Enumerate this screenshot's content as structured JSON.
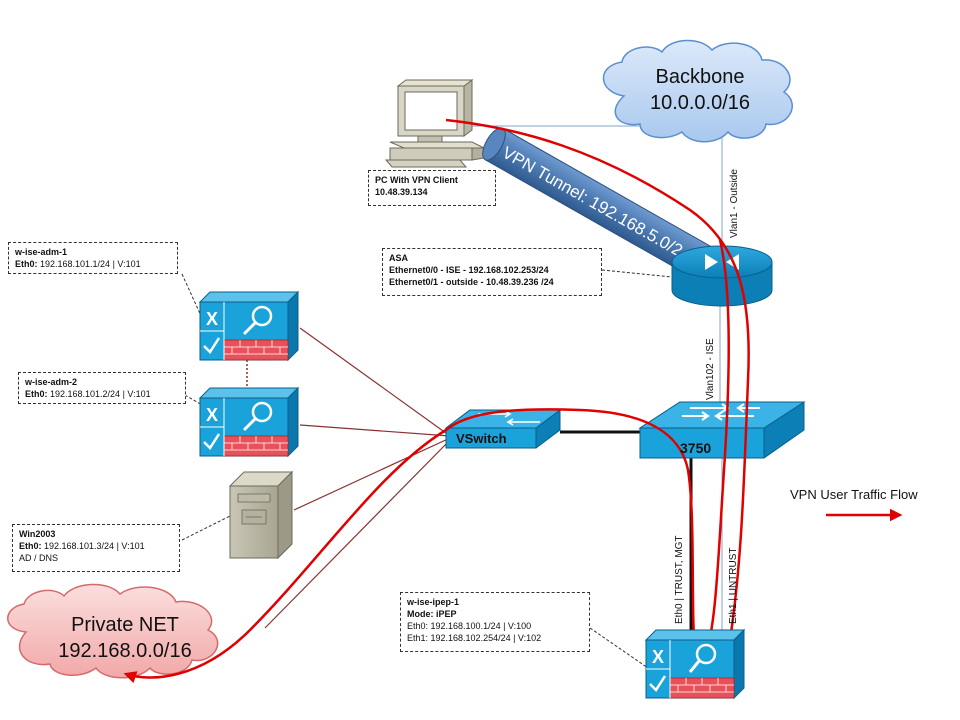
{
  "clouds": {
    "backbone": {
      "title": "Backbone",
      "subnet": "10.0.0.0/16"
    },
    "private": {
      "title": "Private NET",
      "subnet": "192.168.0.0/16"
    }
  },
  "pc": {
    "title": "PC With VPN Client",
    "ip": "10.48.39.134"
  },
  "tunnel": {
    "label": "VPN Tunnel: 192.168.5.0/24"
  },
  "asa": {
    "title": "ASA",
    "line1": "Ethernet0/0 - ISE  - 192.168.102.253/24",
    "line2": "Ethernet0/1 - outside  - 10.48.39.236 /24"
  },
  "adm1": {
    "title": "w-ise-adm-1",
    "eth_label": "Eth0:",
    "eth_value": " 192.168.101.1/24 | V:101"
  },
  "adm2": {
    "title": "w-ise-adm-2",
    "eth_label": "Eth0:",
    "eth_value": " 192.168.101.2/24 | V:101"
  },
  "win": {
    "title": "Win2003",
    "eth_label": "Eth0:",
    "eth_value": " 192.168.101.3/24 | V:101",
    "role": "AD / DNS"
  },
  "ipep": {
    "title": "w-ise-ipep-1",
    "mode": "Mode: iPEP",
    "eth0": "Eth0: 192.168.100.1/24 | V:100",
    "eth1": "Eth1: 192.168.102.254/24 | V:102"
  },
  "switches": {
    "vswitch": "VSwitch",
    "core": "3750"
  },
  "links": {
    "vlan1": "Vlan1 - Outside",
    "vlan102": "Vlan102 - ISE",
    "eth0": "Eth0  |   TRUST, MGT",
    "eth1": "Eth1  |   UNTRUST"
  },
  "legend": {
    "label": "VPN User Traffic Flow",
    "color": "#e00000"
  },
  "colors": {
    "cloud_blue": "#c6dcf5",
    "cloud_blue_stroke": "#5b8fd0",
    "cloud_red": "#f7c6c6",
    "cloud_red_stroke": "#d66a6a",
    "tunnel": "#4f7fb8",
    "device_blue": "#1aa3da",
    "firewall_red": "#e8505a",
    "link_maroon": "#8b3030",
    "flow_red": "#e00000"
  },
  "icons": [
    "pc-icon",
    "asa-firewall-icon",
    "ise-appliance-icon",
    "server-tower-icon",
    "switch-icon",
    "cloud-icon"
  ]
}
